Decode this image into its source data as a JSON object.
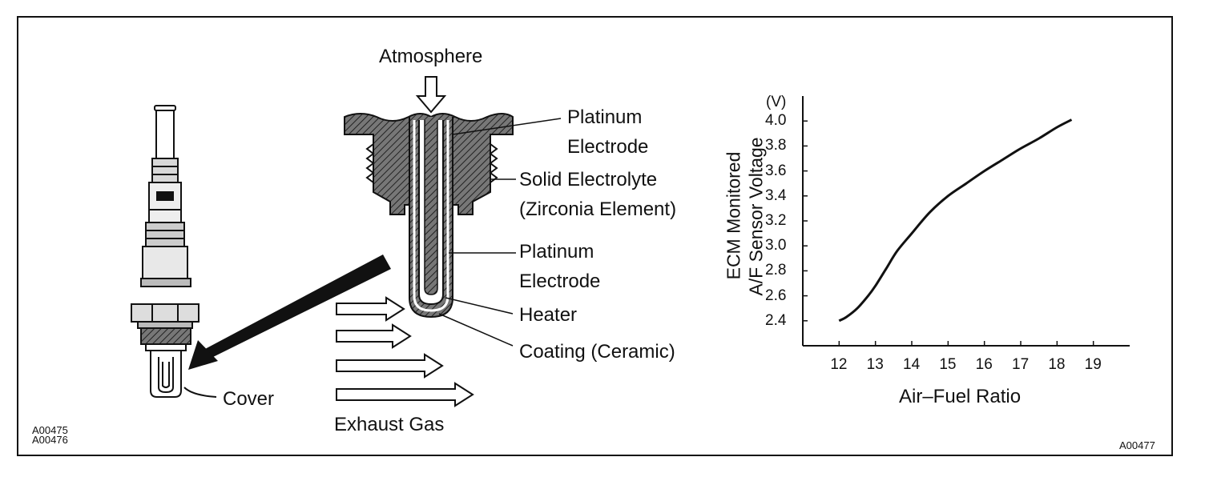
{
  "labels": {
    "atmosphere": "Atmosphere",
    "platinum_electrode_top_1": "Platinum",
    "platinum_electrode_top_2": "Electrode",
    "solid_electrolyte_1": "Solid Electrolyte",
    "solid_electrolyte_2": "(Zirconia Element)",
    "platinum_electrode_bottom_1": "Platinum",
    "platinum_electrode_bottom_2": "Electrode",
    "heater": "Heater",
    "coating": "Coating (Ceramic)",
    "cover": "Cover",
    "exhaust_gas": "Exhaust Gas",
    "code_left_1": "A00475",
    "code_left_2": "A00476",
    "code_right": "A00477"
  },
  "chart_data": {
    "type": "line",
    "title": "",
    "xlabel": "Air–Fuel Ratio",
    "ylabel_line1": "ECM Monitored",
    "ylabel_line2": "A/F Sensor Voltage",
    "yunit": "(V)",
    "xticks": [
      "12",
      "13",
      "14",
      "15",
      "16",
      "17",
      "18",
      "19"
    ],
    "yticks": [
      "2.4",
      "2.6",
      "2.8",
      "3.0",
      "3.2",
      "3.4",
      "3.6",
      "3.8",
      "4.0"
    ],
    "xlim": [
      11,
      20
    ],
    "ylim": [
      2.2,
      4.2
    ],
    "grid": false,
    "series": [
      {
        "x": [
          12.0,
          12.2,
          12.5,
          12.8,
          13.0,
          13.3,
          13.6,
          14.0,
          14.5,
          15.0,
          15.5,
          16.0,
          16.5,
          17.0,
          17.5,
          18.0,
          18.4
        ],
        "y": [
          2.4,
          2.43,
          2.5,
          2.6,
          2.68,
          2.82,
          2.96,
          3.1,
          3.27,
          3.4,
          3.5,
          3.6,
          3.69,
          3.78,
          3.86,
          3.95,
          4.01
        ]
      }
    ]
  }
}
